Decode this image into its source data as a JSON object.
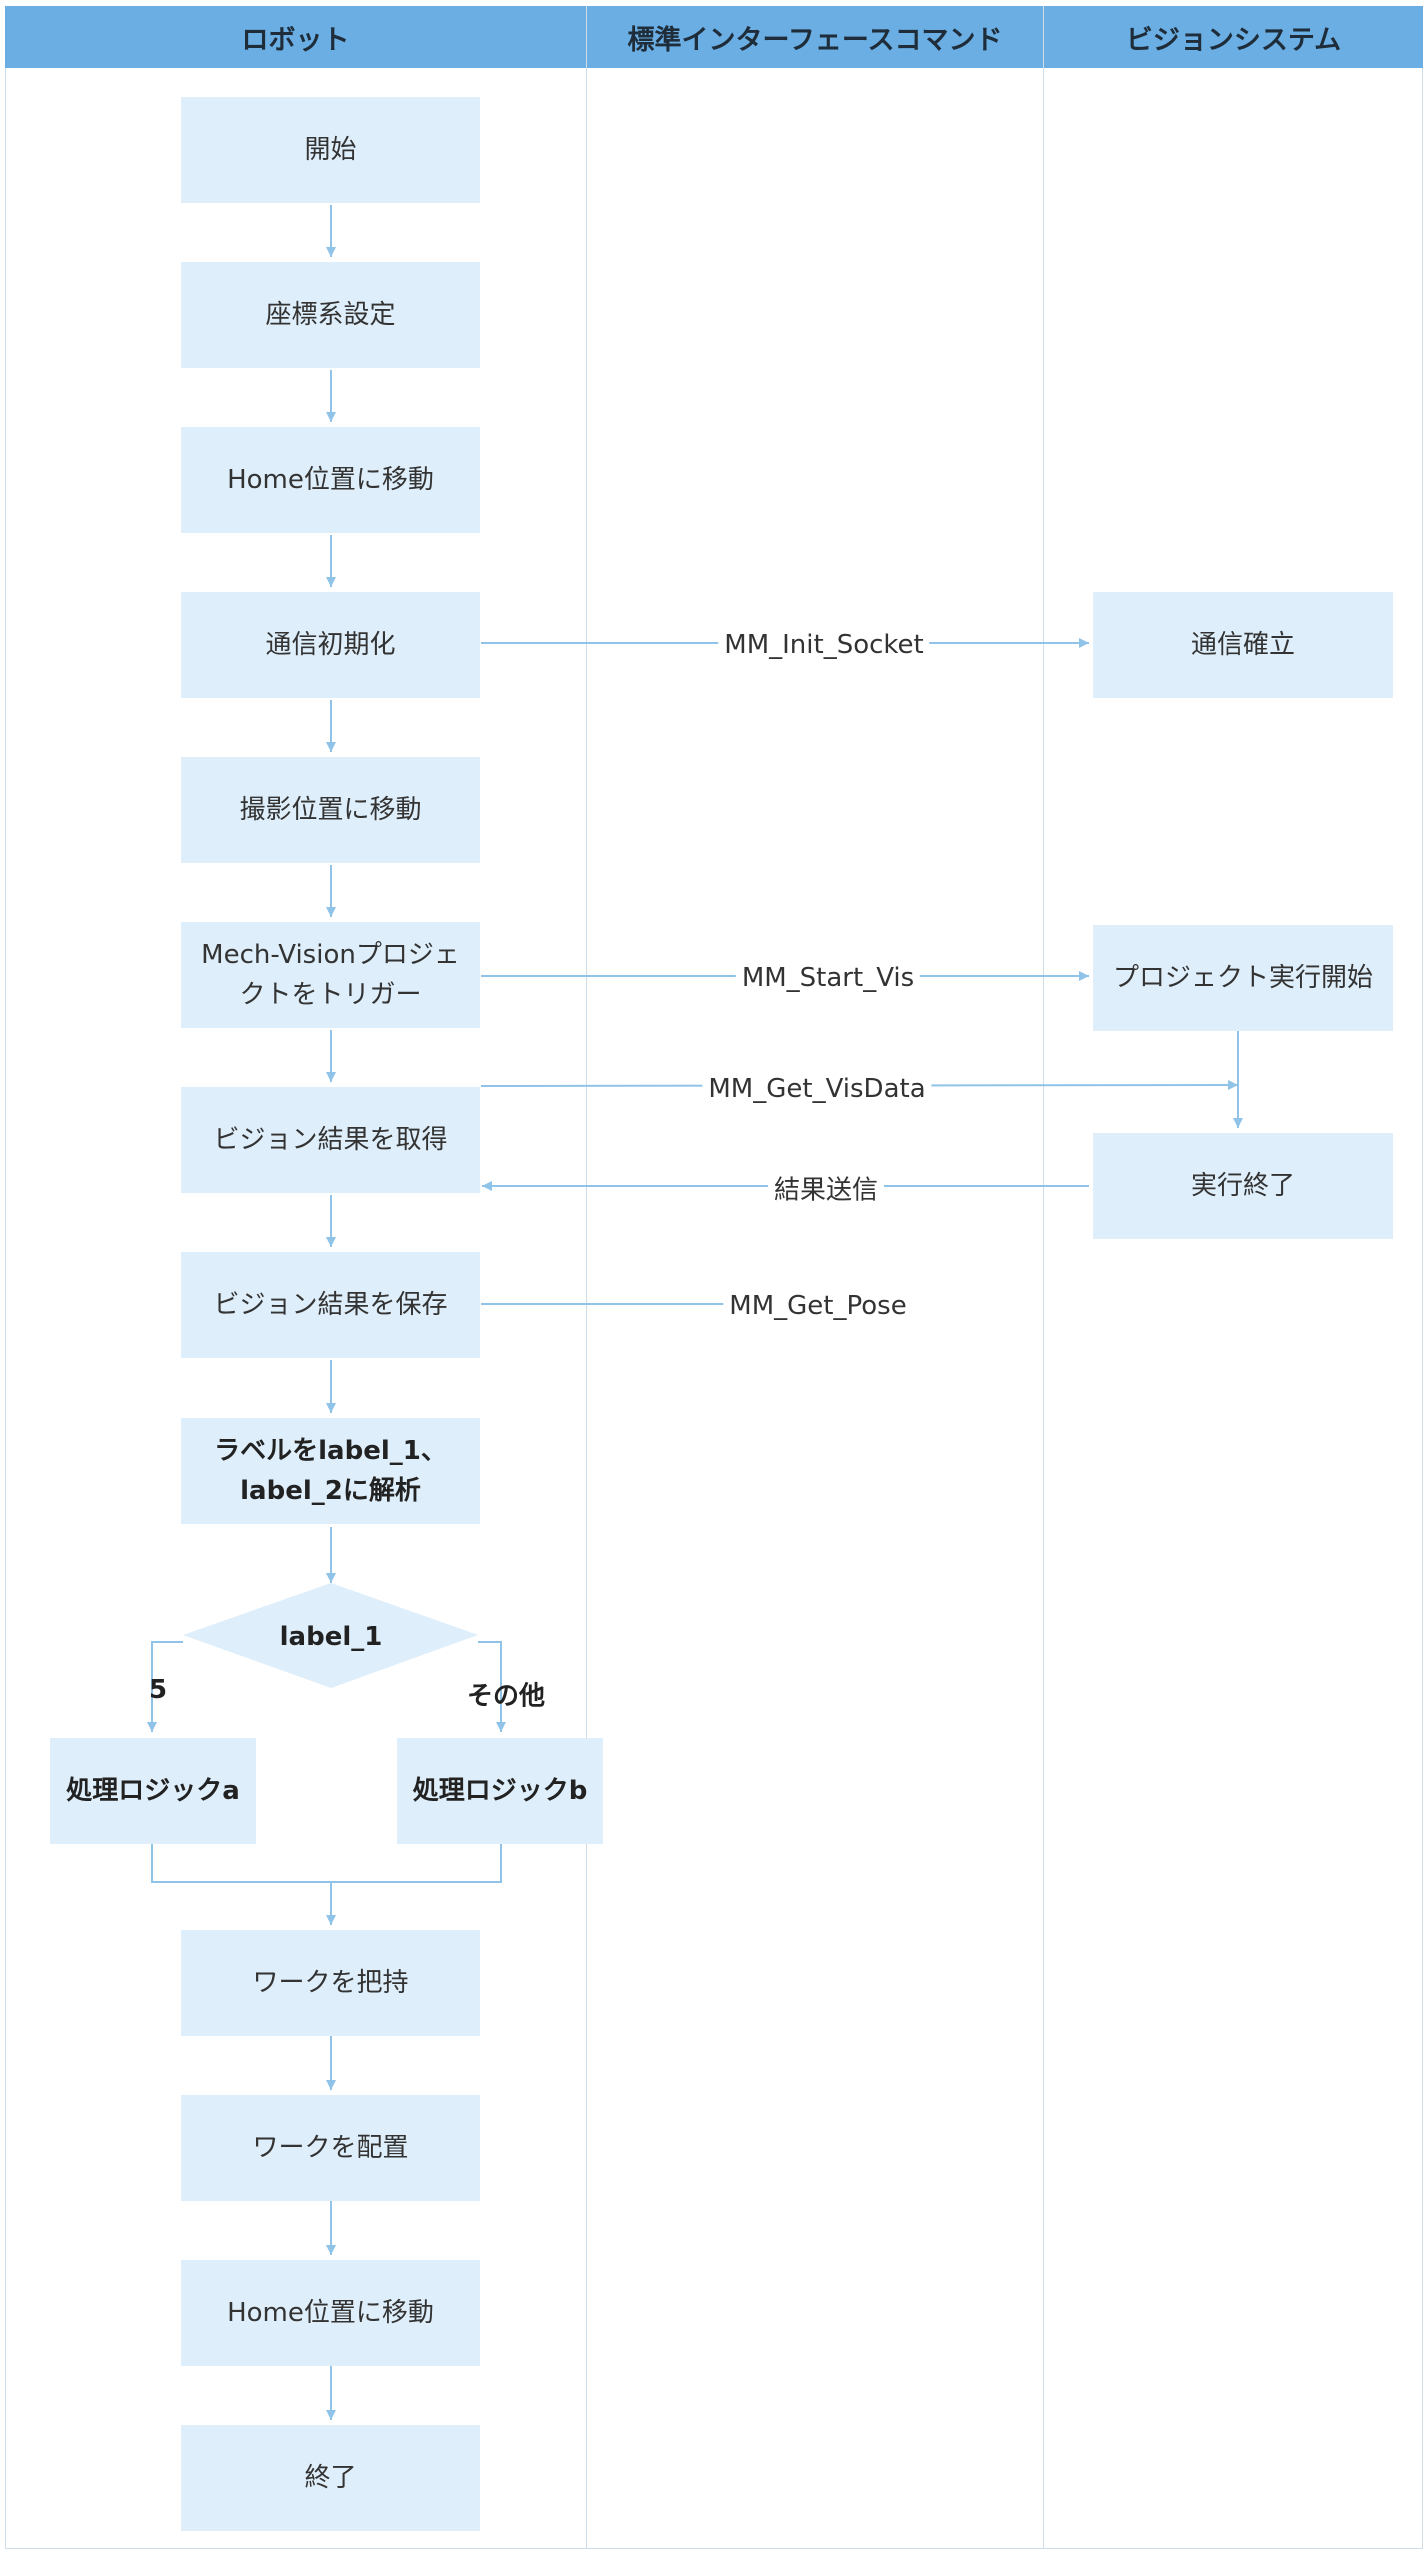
{
  "lanes": {
    "robot": "ロボット",
    "interface": "標準インターフェースコマンド",
    "vision": "ビジョンシステム"
  },
  "nodes": {
    "start": "開始",
    "coord": "座標系設定",
    "home1": "Home位置に移動",
    "comm_init": "通信初期化",
    "capture_pos": "撮影位置に移動",
    "trigger": "Mech-Visionプロジェ\nクトをトリガー",
    "get_result": "ビジョン結果を取得",
    "save_result": "ビジョン結果を保存",
    "parse": "ラベルをlabel_1、\nlabel_2に解析",
    "decision": "label_1",
    "logic_a": "処理ロジックa",
    "logic_b": "処理ロジックb",
    "grip": "ワークを把持",
    "place": "ワークを配置",
    "home2": "Home位置に移動",
    "end": "終了",
    "comm_est": "通信確立",
    "proj_start": "プロジェクト実行開始",
    "exec_end": "実行終了"
  },
  "edge_labels": {
    "init_socket": "MM_Init_Socket",
    "start_vis": "MM_Start_Vis",
    "get_visdata": "MM_Get_VisData",
    "result_send": "結果送信",
    "get_pose": "MM_Get_Pose"
  },
  "branches": {
    "yes": "5",
    "other": "その他"
  },
  "colors": {
    "header": "#6aaee3",
    "node_fill": "#deeefa",
    "arrow": "#8fc3e8",
    "lane_line": "#cfdde8"
  }
}
